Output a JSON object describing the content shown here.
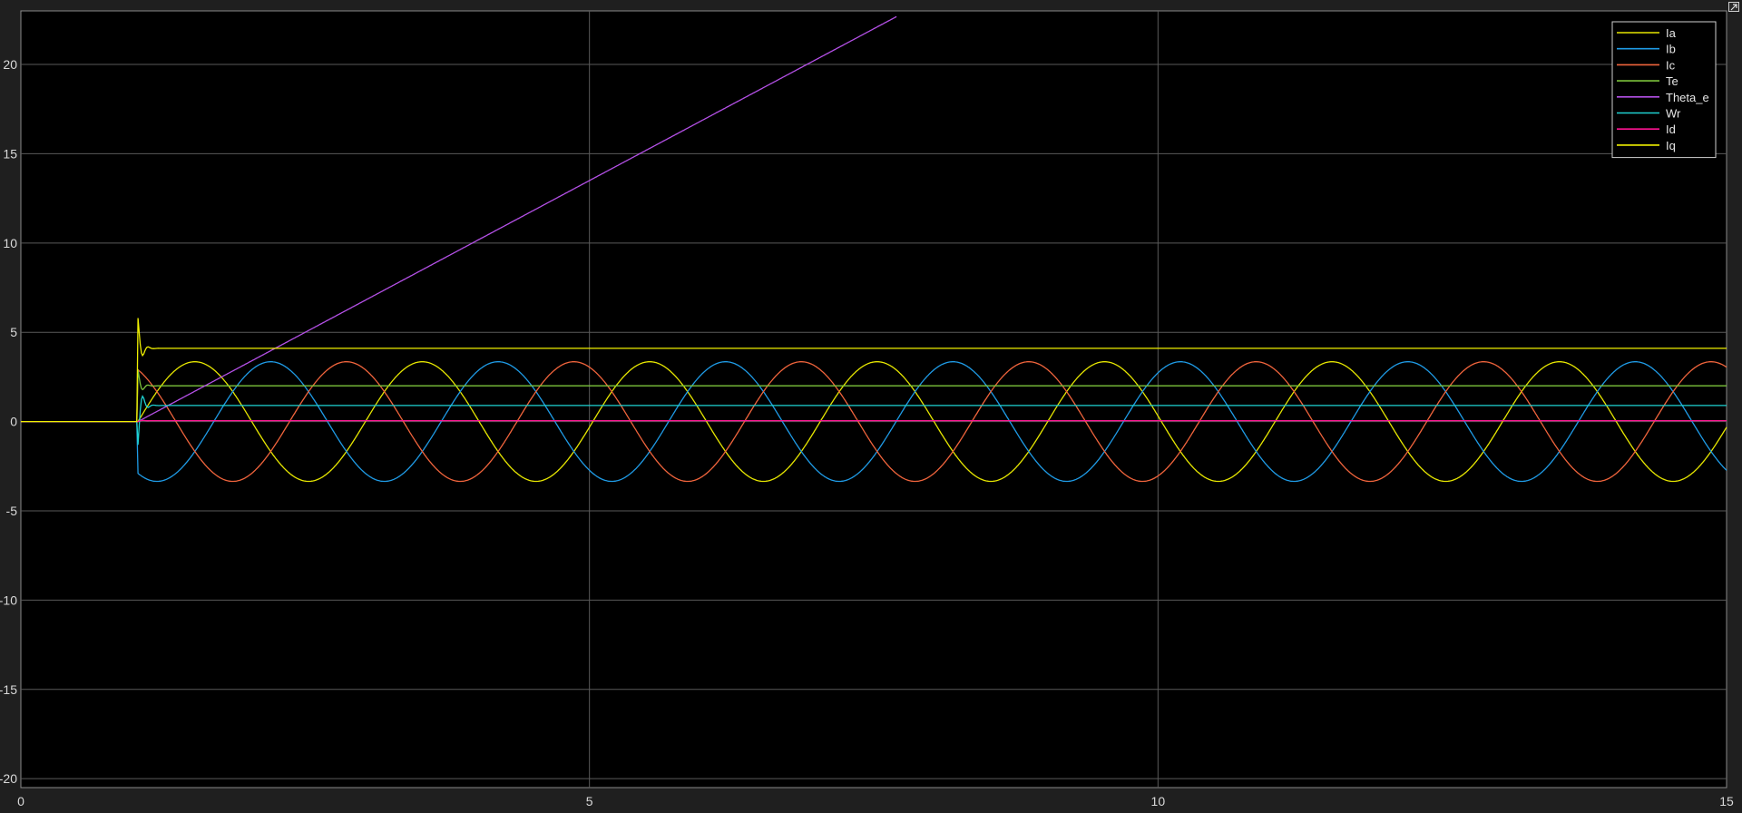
{
  "window": {
    "undock_icon": "undock-arrow-icon"
  },
  "chart_data": {
    "type": "line",
    "title": "",
    "xlabel": "",
    "ylabel": "",
    "xlim": [
      0,
      15
    ],
    "ylim": [
      -20.5,
      23
    ],
    "grid": true,
    "background": "#000000",
    "grid_color": "#5a5a5a",
    "xticks": [
      0,
      5,
      10,
      15
    ],
    "yticks": [
      -20,
      -15,
      -10,
      -5,
      0,
      5,
      10,
      15,
      20
    ],
    "legend_position": "top-right",
    "step_time": 1.03,
    "series": [
      {
        "name": "Ia",
        "color": "#e6e600",
        "kind": "sine",
        "amplitude": 3.35,
        "phase_deg": 0,
        "period": 2.0
      },
      {
        "name": "Ib",
        "color": "#1f9be6",
        "kind": "sine",
        "amplitude": 3.35,
        "phase_deg": -120,
        "period": 2.0
      },
      {
        "name": "Ic",
        "color": "#f0643c",
        "kind": "sine",
        "amplitude": 3.35,
        "phase_deg": 120,
        "period": 2.0
      },
      {
        "name": "Te",
        "color": "#7cc33c",
        "kind": "step",
        "value": 2.0,
        "overshoot": 2.9
      },
      {
        "name": "Theta_e",
        "color": "#b450e6",
        "kind": "ramp",
        "slope": 3.4,
        "ramp_end": 7.7
      },
      {
        "name": "Wr",
        "color": "#1ed2d2",
        "kind": "step",
        "value": 0.9,
        "overshoot": -1.3
      },
      {
        "name": "Id",
        "color": "#ff1493",
        "kind": "step",
        "value": 0.05,
        "overshoot": 0
      },
      {
        "name": "Iq",
        "color": "#f0f000",
        "kind": "step",
        "value": 4.1,
        "overshoot": 5.8
      }
    ]
  }
}
